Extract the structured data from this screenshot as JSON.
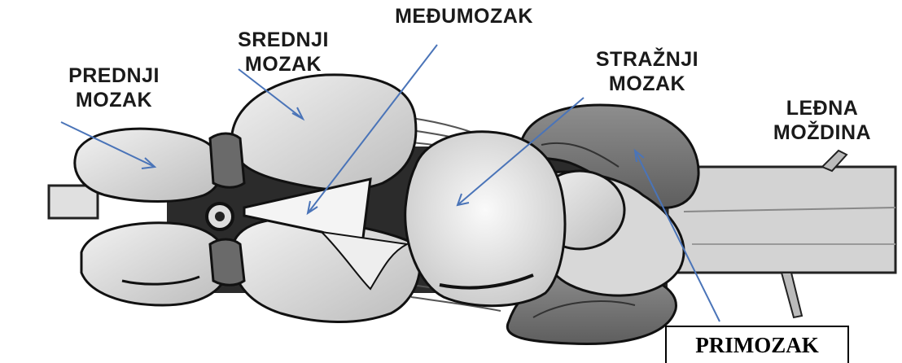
{
  "labels": {
    "prednji": [
      "PREDNJI",
      "MOZAK"
    ],
    "srednji": [
      "SREDNJI",
      "MOZAK"
    ],
    "medumozak": "MEĐUMOZAK",
    "strazni": [
      "STRAŽNJI",
      "MOZAK"
    ],
    "ledna": [
      "LEĐNA",
      "MOŽDINA"
    ],
    "primozak": "PRIMOZAK"
  },
  "colors": {
    "arrow": "#4a74b8",
    "ink": "#1a1a1a"
  }
}
